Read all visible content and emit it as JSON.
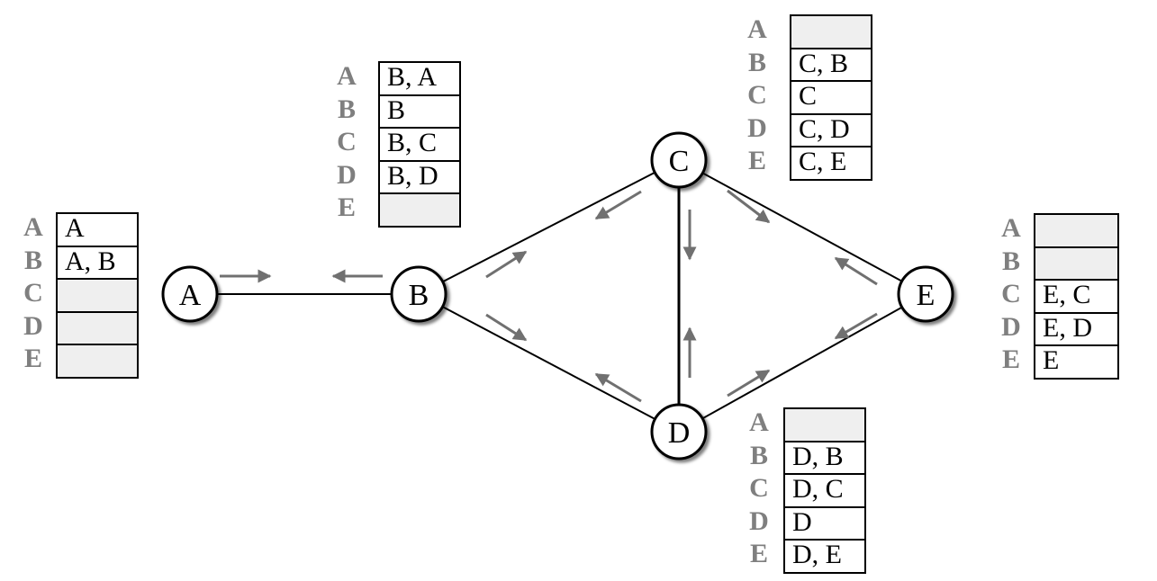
{
  "nodes": [
    {
      "id": "A",
      "label": "A"
    },
    {
      "id": "B",
      "label": "B"
    },
    {
      "id": "C",
      "label": "C"
    },
    {
      "id": "D",
      "label": "D"
    },
    {
      "id": "E",
      "label": "E"
    }
  ],
  "edges": [
    {
      "from": "A",
      "to": "B"
    },
    {
      "from": "B",
      "to": "C"
    },
    {
      "from": "B",
      "to": "D"
    },
    {
      "from": "C",
      "to": "D"
    },
    {
      "from": "C",
      "to": "E"
    },
    {
      "from": "D",
      "to": "E"
    }
  ],
  "path_tables": [
    {
      "node": "A",
      "rows": [
        {
          "dest": "A",
          "path": "A"
        },
        {
          "dest": "B",
          "path": "A, B"
        },
        {
          "dest": "C",
          "path": ""
        },
        {
          "dest": "D",
          "path": ""
        },
        {
          "dest": "E",
          "path": ""
        }
      ]
    },
    {
      "node": "B",
      "rows": [
        {
          "dest": "A",
          "path": "B, A"
        },
        {
          "dest": "B",
          "path": "B"
        },
        {
          "dest": "C",
          "path": "B, C"
        },
        {
          "dest": "D",
          "path": "B, D"
        },
        {
          "dest": "E",
          "path": ""
        }
      ]
    },
    {
      "node": "C",
      "rows": [
        {
          "dest": "A",
          "path": ""
        },
        {
          "dest": "B",
          "path": "C, B"
        },
        {
          "dest": "C",
          "path": "C"
        },
        {
          "dest": "D",
          "path": "C, D"
        },
        {
          "dest": "E",
          "path": "C, E"
        }
      ]
    },
    {
      "node": "D",
      "rows": [
        {
          "dest": "A",
          "path": ""
        },
        {
          "dest": "B",
          "path": "D, B"
        },
        {
          "dest": "C",
          "path": "D, C"
        },
        {
          "dest": "D",
          "path": "D"
        },
        {
          "dest": "E",
          "path": "D, E"
        }
      ]
    },
    {
      "node": "E",
      "rows": [
        {
          "dest": "A",
          "path": ""
        },
        {
          "dest": "B",
          "path": ""
        },
        {
          "dest": "C",
          "path": "E, C"
        },
        {
          "dest": "D",
          "path": "E, D"
        },
        {
          "dest": "E",
          "path": "E"
        }
      ]
    }
  ],
  "colors": {
    "edge": "#000000",
    "arrow": "#707070",
    "dest_label": "#7f7f7f",
    "empty_cell": "#efefef"
  }
}
